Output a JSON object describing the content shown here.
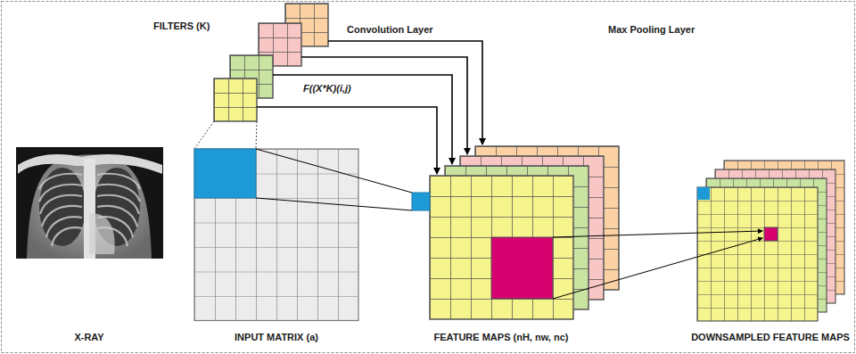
{
  "diagram": {
    "labels": [
      "FILTERS (K)",
      "Convolution Layer",
      "Max Pooling Layer",
      "F((X*K)(i,j)",
      "X-RAY",
      "INPUT MATRIX (a)",
      "FEATURE MAPS (nH, nw, nc)",
      "DOWNSAMPLED FEATURE MAPS"
    ]
  }
}
